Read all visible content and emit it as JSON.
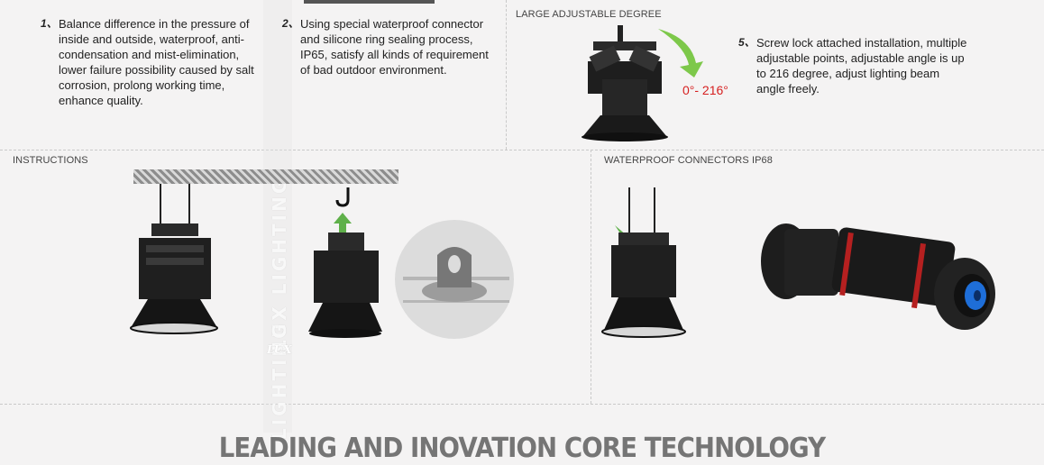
{
  "features": [
    {
      "num": "1、",
      "text": "Balance difference in the pressure of inside and outside, waterproof, anti-condensation and mist-elimination, lower failure possibility caused by salt corrosion, prolong working time, enhance quality."
    },
    {
      "num": "2、",
      "text": "Using special waterproof connector and silicone ring sealing process, IP65, satisfy all kinds of requirement of bad outdoor environment."
    },
    {
      "num": "5、",
      "text": "Screw lock attached installation, multiple adjustable points, adjustable angle is up to 216 degree, adjust lighting beam angle freely."
    }
  ],
  "sections": {
    "adjustable": "LARGE ADJUSTABLE DEGREE",
    "instructions": "INSTRUCTIONS",
    "connectors": "WATERPROOF CONNECTORS IP68"
  },
  "angle_label": "0°- 216°",
  "watermark": {
    "top": "LUX LIGHTING",
    "bottom": "LIGHTING",
    "logo": "LUX"
  },
  "headline": "LEADING AND INOVATION CORE TECHNOLOGY",
  "colors": {
    "background": "#f4f3f3",
    "angle_text": "#d61f1f",
    "arrow_green": "#5fb04a",
    "headline": "#757575"
  }
}
